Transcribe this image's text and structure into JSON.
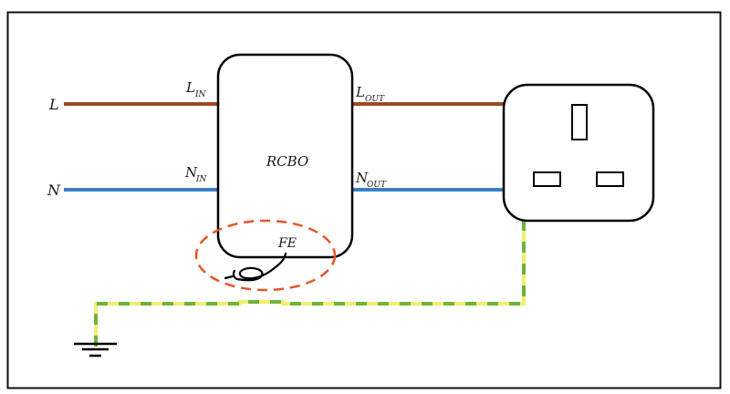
{
  "diagram": {
    "title": "RCBO wiring with functional earth",
    "colors": {
      "live": "#9a4a1f",
      "neutral": "#3b7fc4",
      "earth_green": "#6db33f",
      "earth_yellow": "#f2ee6f",
      "highlight": "#e8542a",
      "outline": "#000000"
    },
    "labels": {
      "live": "L",
      "neutral": "N",
      "l_in_main": "L",
      "l_in_sub": "IN",
      "n_in_main": "N",
      "n_in_sub": "IN",
      "l_out_main": "L",
      "l_out_sub": "OUT",
      "n_out_main": "N",
      "n_out_sub": "OUT",
      "device": "RCBO",
      "functional_earth": "FE"
    },
    "components": {
      "device": "RCBO",
      "socket": "UK 3-pin socket outlet",
      "ground": "earth symbol"
    }
  }
}
